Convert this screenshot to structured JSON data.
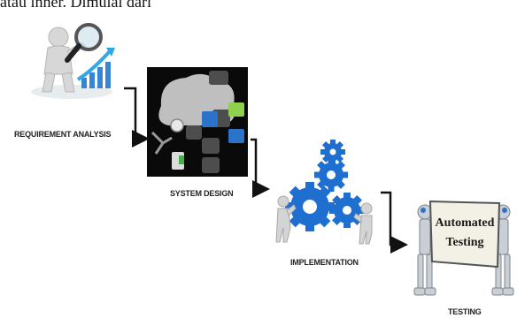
{
  "header": {
    "cut_off_text": "atau inner. Dimulai dari"
  },
  "stages": [
    {
      "label": "REQUIREMENT ANALYSIS",
      "icon": "magnifier-person-icon"
    },
    {
      "label": "SYSTEM DESIGN",
      "icon": "system-design-blocks-icon"
    },
    {
      "label": "IMPLEMENTATION",
      "icon": "gears-people-icon"
    },
    {
      "label": "TESTING",
      "icon": "robots-sign-icon"
    }
  ],
  "testing_sign": {
    "line1": "Automated",
    "line2": "Testing"
  },
  "colors": {
    "gear_blue": "#1f6fd1",
    "arrow": "#111111",
    "design_bg": "#0a0a0a",
    "chart_blue": "#2b73c8"
  }
}
